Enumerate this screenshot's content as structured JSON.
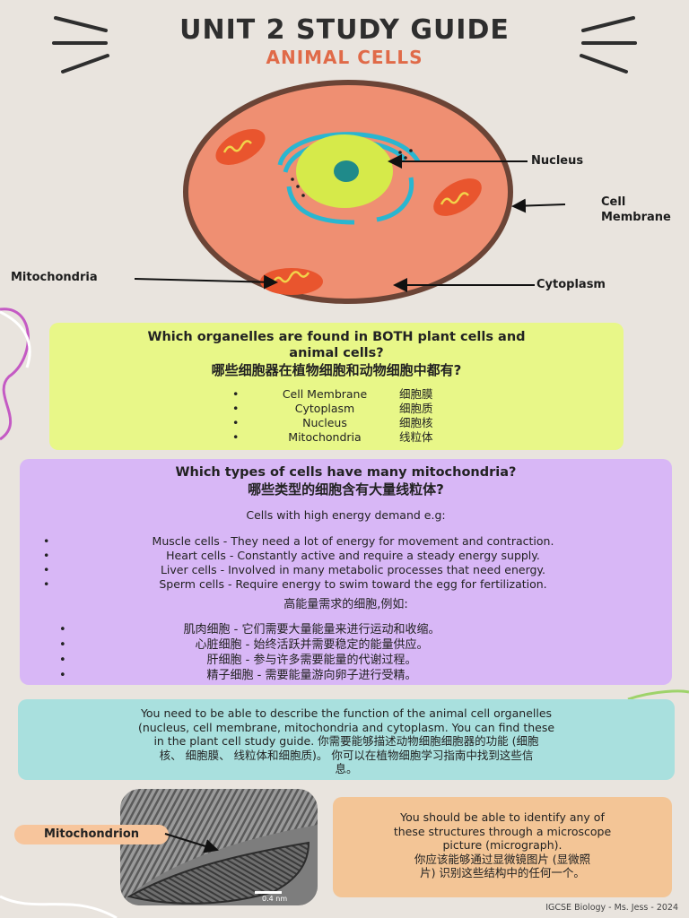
{
  "header": {
    "title": "UNIT 2 STUDY GUIDE",
    "subtitle": "ANIMAL CELLS"
  },
  "diagram": {
    "labels": {
      "nucleus": "Nucleus",
      "cell": "Cell",
      "membrane": "Membrane",
      "mitochondria": "Mitochondria",
      "cytoplasm": "Cytoplasm"
    }
  },
  "both_box": {
    "question_en_line1": "Which organelles are found in BOTH plant cells and",
    "question_en_line2": "animal cells?",
    "question_zh": "哪些细胞器在植物细胞和动物细胞中都有?",
    "items": [
      {
        "en": "Cell Membrane",
        "zh": "细胞膜"
      },
      {
        "en": "Cytoplasm",
        "zh": "细胞质"
      },
      {
        "en": "Nucleus",
        "zh": "细胞核"
      },
      {
        "en": "Mitochondria",
        "zh": "线粒体"
      }
    ]
  },
  "mito_box": {
    "question_en": "Which types of cells have many mitochondria?",
    "question_zh": "哪些类型的细胞含有大量线粒体?",
    "intro_en": "Cells with high energy demand e.g:",
    "items_en": [
      "Muscle cells - They need a lot of energy for movement and contraction.",
      "Heart cells - Constantly active and require a steady energy supply.",
      "Liver cells - Involved in many metabolic processes that need energy.",
      "Sperm cells - Require energy to swim toward the egg for fertilization."
    ],
    "intro_zh": "高能量需求的细胞,例如:",
    "items_zh": [
      "肌肉细胞 - 它们需要大量能量来进行运动和收缩。",
      "心脏细胞 - 始终活跃并需要稳定的能量供应。",
      "肝细胞 - 参与许多需要能量的代谢过程。",
      "精子细胞 - 需要能量游向卵子进行受精。"
    ]
  },
  "function_box": {
    "line1": "You need to be able to describe the function of the animal cell organelles",
    "line2": "(nucleus, cell membrane, mitochondria and cytoplasm. You can find these",
    "line3": "in the plant cell study guide. 你需要能够描述动物细胞细胞器的功能 (细胞",
    "line4": "核、 细胞膜、 线粒体和细胞质)。 你可以在植物细胞学习指南中找到这些信",
    "line5": "息。"
  },
  "micrograph": {
    "label": "Mitochondrion",
    "scale": "0.4 nm"
  },
  "identify_box": {
    "line1": "You should be able to identify any of",
    "line2": "these structures through a microscope",
    "line3": "picture (micrograph).",
    "line4": "你应该能够通过显微镜图片 (显微照",
    "line5": "片) 识别这些结构中的任何一个。"
  },
  "footer": {
    "credit": "IGCSE Biology - Ms. Jess - 2024"
  },
  "colors": {
    "title": "#2e2e2e",
    "subtitle": "#e06a48",
    "cytoplasm": "#ef8f72",
    "membrane": "#6b4436",
    "nucleus": "#d6ea4a",
    "nucleolus": "#1f8a8a",
    "er": "#2ab6d0",
    "mitochondria": "#e9552e",
    "box_green": "#e8f788",
    "box_purple": "#d8b7f6",
    "box_teal": "#a9e0de",
    "box_orange": "#f3c596"
  }
}
